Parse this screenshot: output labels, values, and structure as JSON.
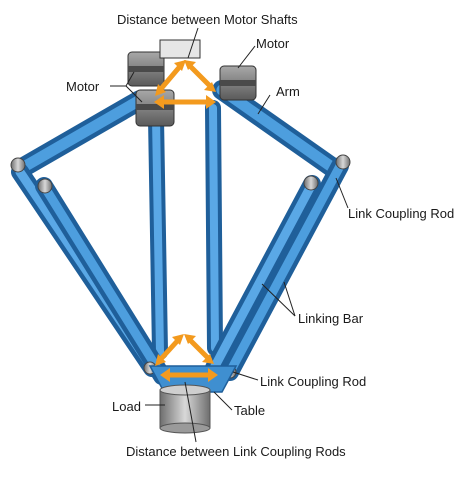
{
  "labels": {
    "motor_shaft_distance": "Distance between Motor Shafts",
    "motor_right": "Motor",
    "motor_left": "Motor",
    "arm": "Arm",
    "link_coupling_rod_upper": "Link Coupling Rod",
    "linking_bar": "Linking Bar",
    "link_coupling_rod_lower": "Link Coupling Rod",
    "load": "Load",
    "table": "Table",
    "rod_distance": "Distance between Link Coupling Rods"
  },
  "colors": {
    "arm_blue": "#3f8fd0",
    "arm_blue_dark": "#1f5f9a",
    "arrow_orange": "#f39a1e",
    "motor_gray": "#8c8c8c",
    "leader_line": "#222222"
  }
}
